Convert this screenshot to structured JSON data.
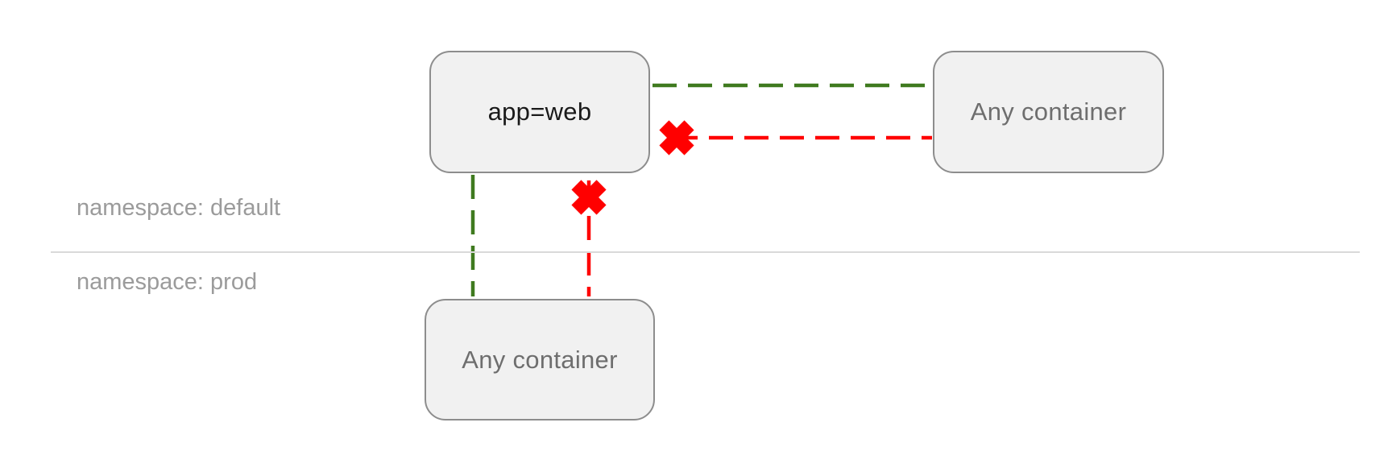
{
  "namespaces": [
    {
      "id": "default",
      "label": "namespace: default"
    },
    {
      "id": "prod",
      "label": "namespace: prod"
    }
  ],
  "nodes": [
    {
      "id": "app-web",
      "label": "app=web",
      "namespace": "default"
    },
    {
      "id": "any-container-default",
      "label": "Any container",
      "namespace": "default"
    },
    {
      "id": "any-container-prod",
      "label": "Any container",
      "namespace": "prod"
    }
  ],
  "edges": [
    {
      "from": "app-web",
      "to": "any-container-default",
      "orientation": "horizontal",
      "status": "allowed",
      "blocked_marker": false,
      "style": "dashed"
    },
    {
      "from": "any-container-default",
      "to": "app-web",
      "orientation": "horizontal",
      "status": "blocked",
      "blocked_marker": true,
      "style": "dashed"
    },
    {
      "from": "app-web",
      "to": "any-container-prod",
      "orientation": "vertical",
      "status": "allowed",
      "blocked_marker": false,
      "style": "dashed"
    },
    {
      "from": "any-container-prod",
      "to": "app-web",
      "orientation": "vertical",
      "status": "blocked",
      "blocked_marker": true,
      "style": "dashed"
    }
  ],
  "icons": [
    {
      "name": "blocked-x-icon",
      "meaning": "connection blocked",
      "color": "#ff0000"
    }
  ],
  "colors": {
    "allowed_edge": "#3f7a1f",
    "blocked_edge": "#ff0000",
    "node_fill": "#f1f1f1",
    "node_border": "#8d8d8d",
    "node_label_primary": "#1a1a1a",
    "node_label_secondary": "#6e6e6e",
    "namespace_label": "#9b9b9b",
    "divider": "#d9d9d9",
    "background": "#ffffff"
  }
}
